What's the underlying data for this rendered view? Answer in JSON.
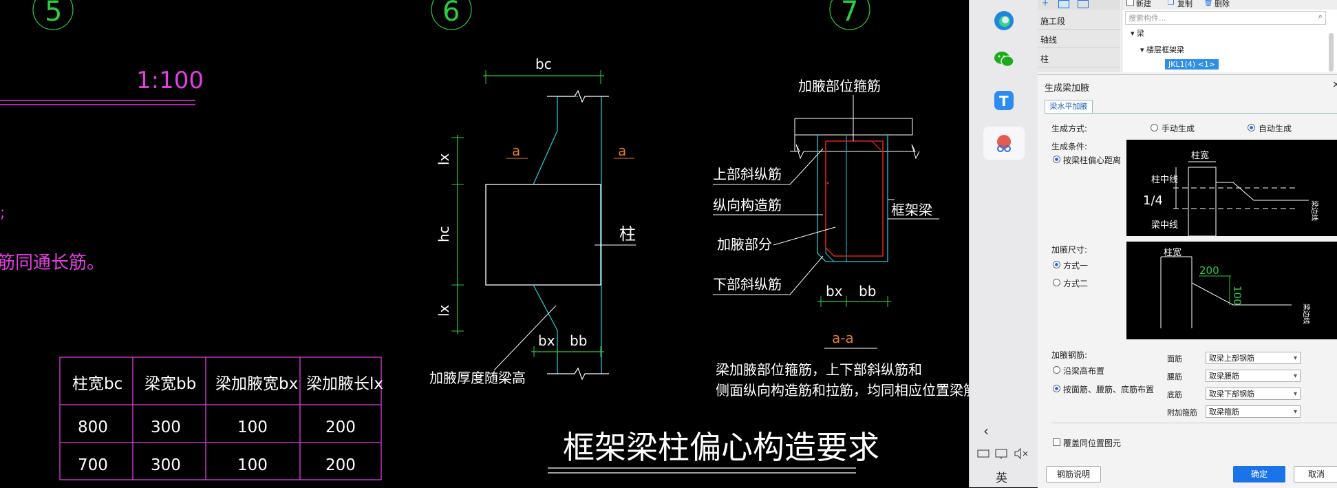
{
  "cad": {
    "axis_left": "5",
    "axis_mid": "6",
    "axis_right": "7",
    "scale": "1:100",
    "semicolon": ";",
    "pink_note": "筋同通长筋。",
    "table_headers": [
      "柱宽bc",
      "梁宽bb",
      "梁加腋宽bx",
      "梁加腋长lx"
    ],
    "table_rows": [
      [
        "800",
        "300",
        "100",
        "200"
      ],
      [
        "700",
        "300",
        "100",
        "200"
      ]
    ],
    "dim_bc": "bc",
    "dim_lx_top": "lx",
    "dim_hc": "hc",
    "dim_lx_bottom": "lx",
    "label_a_left": "a",
    "label_a_right": "a",
    "label_column": "柱",
    "dim_bx": "bx",
    "dim_bb": "bb",
    "note_haunch_thickness": "加腋厚度随梁高",
    "sec_title": "加腋部位箍筋",
    "sec_upper": "上部斜纵筋",
    "sec_longitudinal": "纵向构造筋",
    "sec_haunch_part": "加腋部分",
    "sec_lower": "下部斜纵筋",
    "sec_frame_beam": "框架梁",
    "sec_dim_bx": "bx",
    "sec_dim_bb": "bb",
    "sec_label": "a-a",
    "note_line1": "梁加腋部位箍筋，上下部斜纵筋和",
    "note_line2": "侧面纵向构造筋和拉筋，均同相应位置梁筋",
    "drawing_title": "框架梁柱偏心构造要求"
  },
  "taskbar": {
    "apps": [
      "edge-icon",
      "wechat-icon",
      "tencent-app-icon",
      "snip-tool-icon"
    ],
    "ime": "英",
    "chevron": "‹"
  },
  "panel": {
    "toolbar": {
      "new": "新建",
      "copy": "复制",
      "delete": "删除"
    },
    "left_items": [
      "施工段",
      "轴线",
      "柱"
    ],
    "search_placeholder": "搜索构件...",
    "tree": {
      "root": "梁",
      "child": "楼层框架梁",
      "leaf": "JKL1(4) <1>"
    },
    "dialog": {
      "title": "生成梁加腋",
      "close": "×",
      "tab": "梁水平加腋",
      "gen_mode_label": "生成方式:",
      "manual": "手动生成",
      "auto": "自动生成",
      "gen_cond_label": "生成条件:",
      "cond_option": "按梁柱偏心距离",
      "diag1": {
        "col_width": "柱宽",
        "col_center": "柱中线",
        "quarter": "1/4",
        "beam_center": "梁中线",
        "side": "梁边线"
      },
      "size_label": "加腋尺寸:",
      "size_opt1": "方式一",
      "size_opt2": "方式二",
      "diag2": {
        "col_width": "柱宽",
        "h": "200",
        "v": "100",
        "side": "梁边线"
      },
      "rebar_label": "加腋钢筋:",
      "rebar_opt1": "沿梁高布置",
      "rebar_opt2": "按面筋、腰筋、底筋布置",
      "rows": [
        {
          "label": "面筋",
          "value": "取梁上部钢筋"
        },
        {
          "label": "腰筋",
          "value": "取梁腰筋"
        },
        {
          "label": "底筋",
          "value": "取梁下部钢筋"
        },
        {
          "label": "附加箍筋",
          "value": "取梁箍筋"
        }
      ],
      "overwrite": "覆盖同位置图元",
      "btn_help": "钢筋说明",
      "btn_ok": "确定",
      "btn_cancel": "取消"
    }
  }
}
